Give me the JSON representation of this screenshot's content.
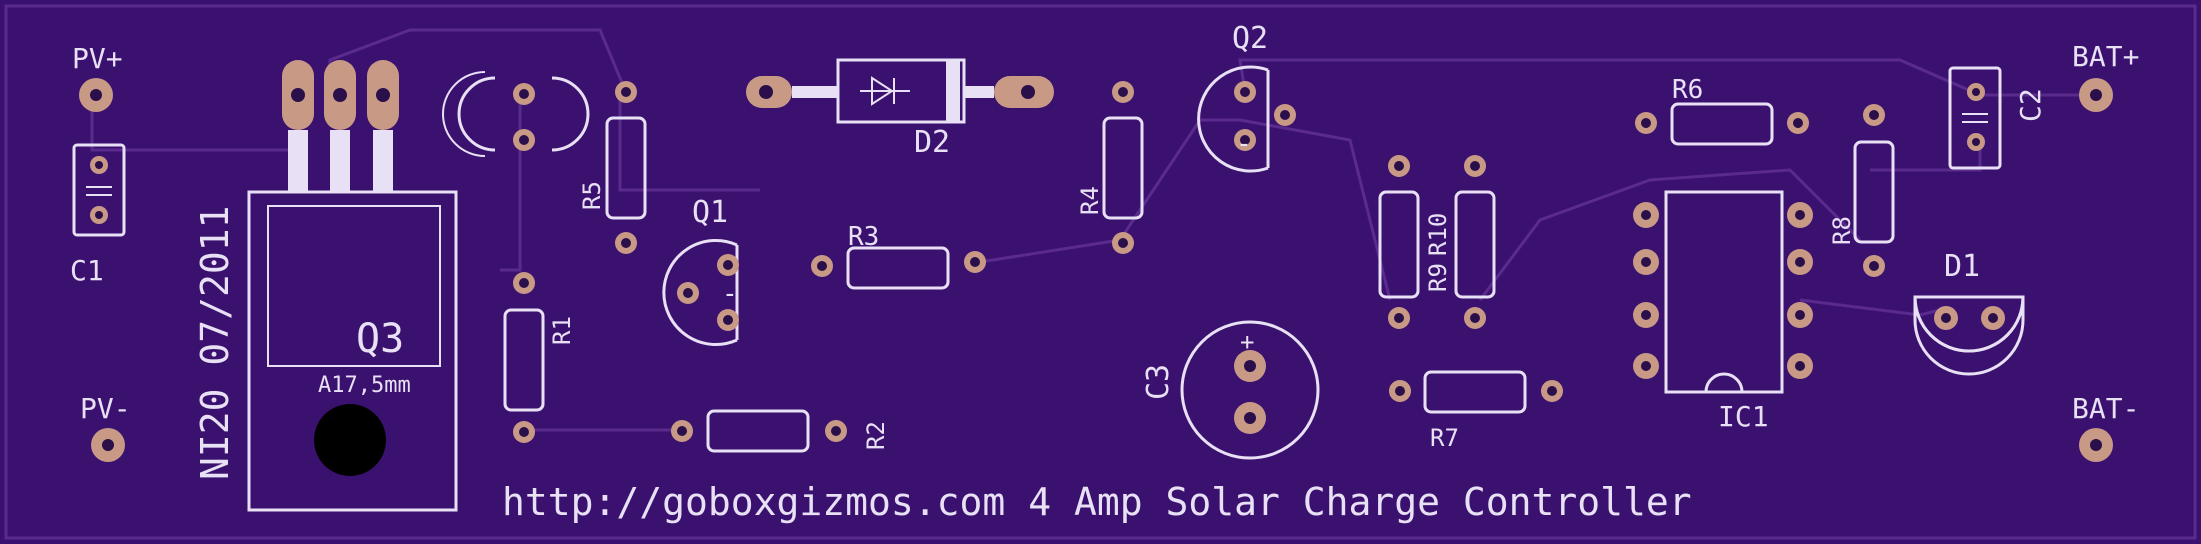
{
  "board": {
    "vertical_text": "NI20 07/2011",
    "bottom_text": "http://goboxgizmos.com 4 Amp Solar Charge Controller",
    "heatsink_note": "A17,5mm",
    "colors": {
      "board": "#3b1170",
      "silkscreen": "#e8e0f4",
      "pad": "#c89a86",
      "trace": "#5a2a8c"
    }
  },
  "labels": {
    "pv_plus": "PV+",
    "pv_minus": "PV-",
    "bat_plus": "BAT+",
    "bat_minus": "BAT-",
    "c1": "C1",
    "c2": "C2",
    "c3": "C3",
    "q1": "Q1",
    "q2": "Q2",
    "q3": "Q3",
    "d1": "D1",
    "d2": "D2",
    "ic1": "IC1",
    "r1": "R1",
    "r2": "R2",
    "r3": "R3",
    "r4": "R4",
    "r5": "R5",
    "r6": "R6",
    "r7": "R7",
    "r8": "R8",
    "r9": "R9",
    "r10": "R10",
    "c3_polarity": "+",
    "q1_mark": "-",
    "q2_mark": "-"
  }
}
